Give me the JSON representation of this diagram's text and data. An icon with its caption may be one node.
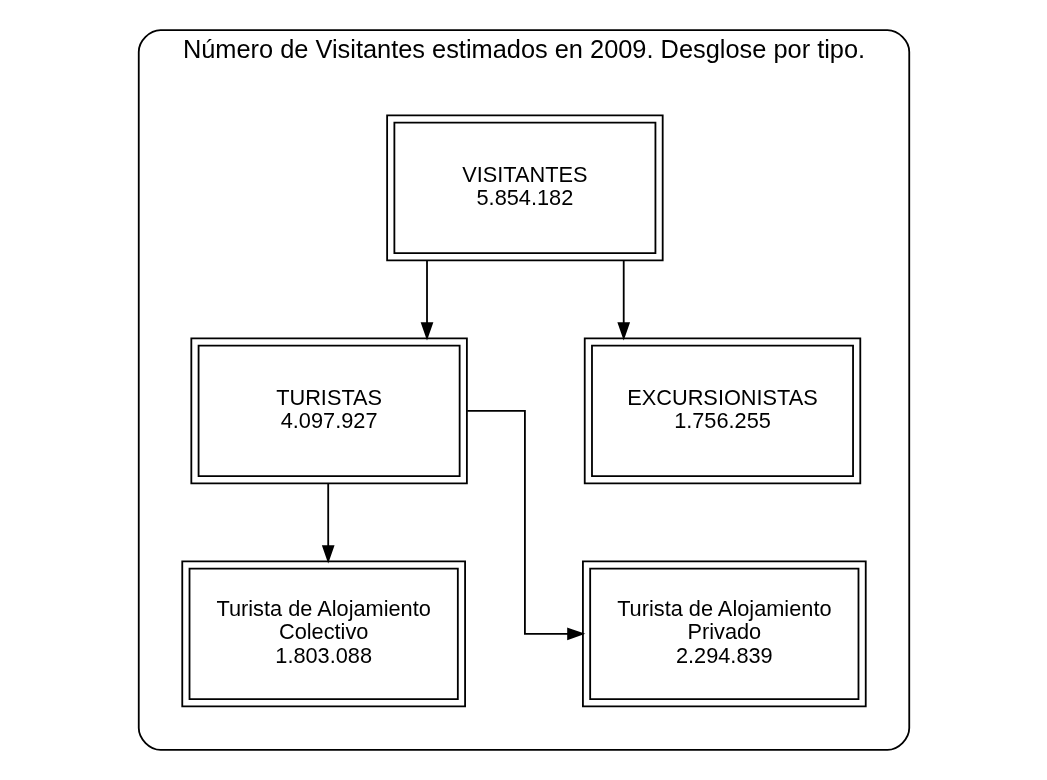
{
  "diagram": {
    "nodes": [
      {
        "text": [
          "Número de Visitantes estimados en 2009. Desglose por tipo."
        ]
      },
      {
        "text": [
          "VISITANTES",
          "5.854.182"
        ],
        "in": 0
      },
      {
        "text": [
          "TURISTAS",
          "4.097.927"
        ],
        "in": 0
      },
      {
        "text": [
          "EXCURSIONISTAS",
          "1.756.255"
        ],
        "in": 0
      },
      {
        "text": [
          "Turista de Alojamiento Colectivo",
          "1.803.088"
        ],
        "in": 0
      },
      {
        "text": [
          "Turista de Alojamiento Privado",
          "2.294.839"
        ],
        "in": 0
      }
    ],
    "edges": [
      {
        "from": 1,
        "to": 2,
        "arrow": "to"
      },
      {
        "from": 1,
        "to": 3,
        "arrow": "to"
      },
      {
        "from": 2,
        "to": 4,
        "arrow": "to"
      },
      {
        "from": 2,
        "to": 5,
        "arrow": "to"
      }
    ]
  }
}
